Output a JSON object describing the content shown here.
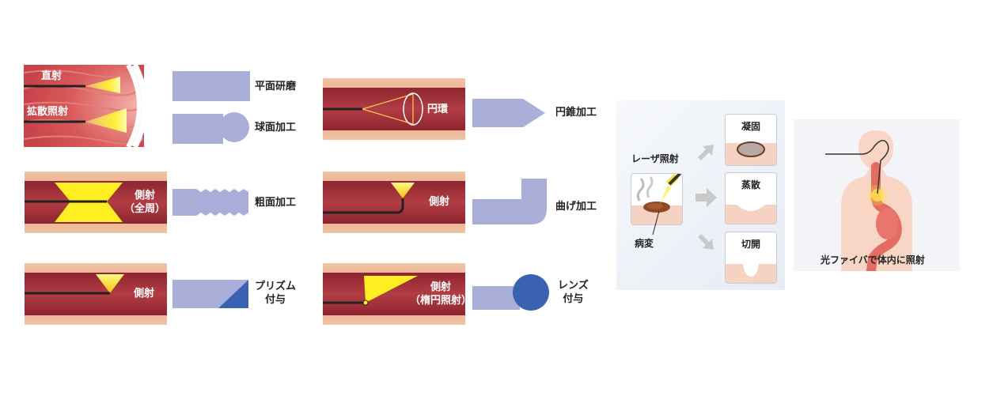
{
  "colors": {
    "tip_shape": "#a9afd8",
    "tip_dark": "#3a62b3",
    "vessel_lumen": "#a8343e",
    "vessel_wall": "#e6a687",
    "beam": "#ffee33"
  },
  "panel1": {
    "label_direct": "直射",
    "label_diffuse": "拡散照射"
  },
  "tips_col1": {
    "flat": "平面研磨",
    "ball": "球面加工",
    "rough": "粗面加工",
    "prism_line1": "プリズム",
    "prism_line2": "付与"
  },
  "vessel_col1": {
    "side_full_line1": "側射",
    "side_full_line2": "（全周）",
    "side": "側射"
  },
  "vessel_col2": {
    "ring": "円環",
    "side": "側射",
    "ellipse_line1": "側射",
    "ellipse_line2": "（楕円照射）"
  },
  "tips_col2": {
    "cone": "円錐加工",
    "bend": "曲げ加工",
    "lens_line1": "レンズ",
    "lens_line2": "付与"
  },
  "treatment": {
    "laser_label": "レーザ照射",
    "lesion_label": "病変",
    "results": [
      "凝固",
      "蒸散",
      "切開"
    ]
  },
  "body_illustration": {
    "caption": "光ファイバで体内に照射"
  }
}
